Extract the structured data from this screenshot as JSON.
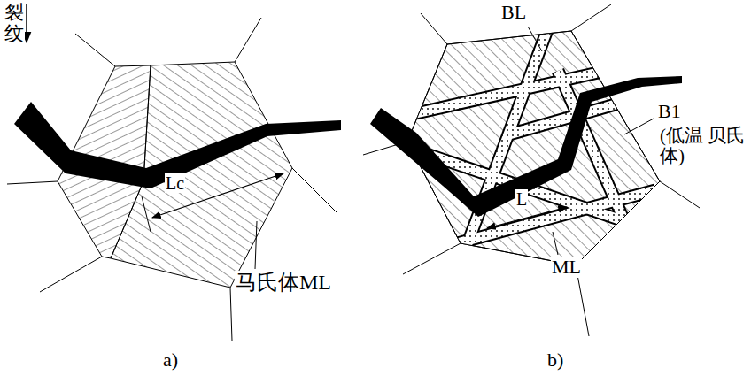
{
  "diagram": {
    "labels": [
      "裂纹",
      "Lc",
      "马氏体ML",
      "a)",
      "BL",
      "B1",
      "(低温 贝氏体)",
      "L",
      "ML",
      "b)"
    ]
  }
}
